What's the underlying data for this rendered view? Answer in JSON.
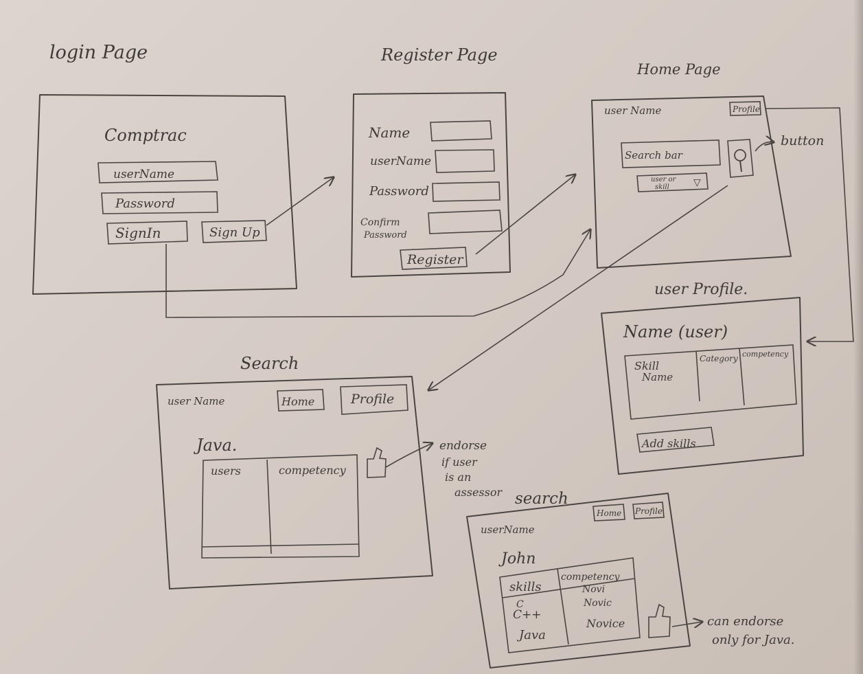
{
  "login": {
    "title": "login Page",
    "app_name": "Comptrac",
    "username_field": "userName",
    "password_field": "Password",
    "signin_button": "SignIn",
    "signup_button": "Sign Up"
  },
  "register": {
    "title": "Register Page",
    "name_label": "Name",
    "username_label": "userName",
    "password_label": "Password",
    "confirm_label_1": "Confirm",
    "confirm_label_2": "Password",
    "register_button": "Register"
  },
  "home": {
    "title": "Home Page",
    "user_name": "user Name",
    "profile_button": "Profile",
    "search_bar": "Search bar",
    "dropdown_line1": "user or",
    "dropdown_line2": "skill",
    "dropdown_arrow": "▽",
    "button_note": "button"
  },
  "profile": {
    "title": "user Profile.",
    "name": "Name (user)",
    "col_skill_1": "Skill",
    "col_skill_2": "Name",
    "col_category": "Category",
    "col_competency": "competency",
    "add_skills_button": "Add skills"
  },
  "search1": {
    "title": "Search",
    "user_name": "user Name",
    "home_button": "Home",
    "profile_button": "Profile",
    "query": "Java.",
    "col_users": "users",
    "col_competency": "competency",
    "note_line1": "endorse",
    "note_line2": "if user",
    "note_line3": "is an",
    "note_line4": "assessor"
  },
  "search2": {
    "title": "search",
    "user_name": "userName",
    "home_button": "Home",
    "profile_button": "Profile",
    "person": "John",
    "col_skills": "skills",
    "col_competency": "competency",
    "skill_c": "C",
    "skill_cpp": "C++",
    "skill_java": "Java",
    "comp_c": "Novi",
    "comp_cpp": "Novic",
    "comp_java": "Novice",
    "note_line1": "can endorse",
    "note_line2": "only for Java."
  }
}
